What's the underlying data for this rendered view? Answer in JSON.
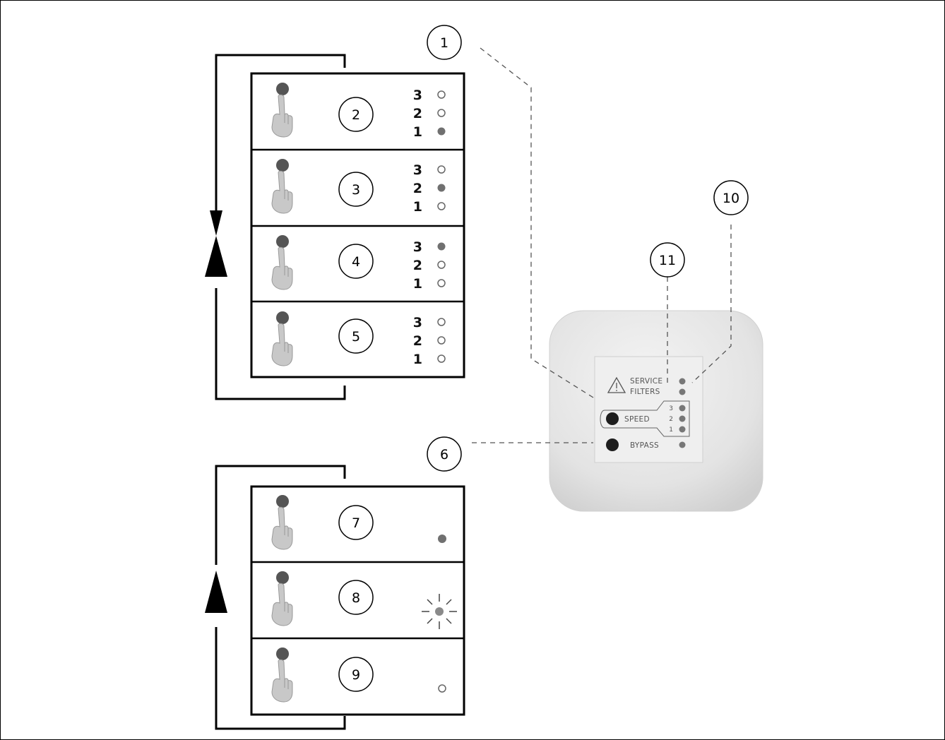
{
  "callouts": {
    "c1": "1",
    "c2": "2",
    "c3": "3",
    "c4": "4",
    "c5": "5",
    "c6": "6",
    "c7": "7",
    "c8": "8",
    "c9": "9",
    "c10": "10",
    "c11": "11"
  },
  "speed_panels": [
    {
      "callout": "2",
      "labels": [
        "3",
        "2",
        "1"
      ],
      "active_level": "1"
    },
    {
      "callout": "3",
      "labels": [
        "3",
        "2",
        "1"
      ],
      "active_level": "2"
    },
    {
      "callout": "4",
      "labels": [
        "3",
        "2",
        "1"
      ],
      "active_level": "3"
    },
    {
      "callout": "5",
      "labels": [
        "3",
        "2",
        "1"
      ],
      "active_level": "none"
    }
  ],
  "bypass_panels": [
    {
      "callout": "7",
      "led_state": "on"
    },
    {
      "callout": "8",
      "led_state": "blinking"
    },
    {
      "callout": "9",
      "led_state": "off"
    }
  ],
  "controller": {
    "service_label": "SERVICE",
    "filters_label": "FILTERS",
    "speed_label": "SPEED",
    "bypass_label": "BYPASS",
    "level_3": "3",
    "level_2": "2",
    "level_1": "1",
    "warning_icon": "warning-triangle-icon"
  },
  "colors": {
    "led_on": "#707070",
    "line": "#000000",
    "housing": "#e6e6e6",
    "faceplate": "#f1f1f1"
  }
}
